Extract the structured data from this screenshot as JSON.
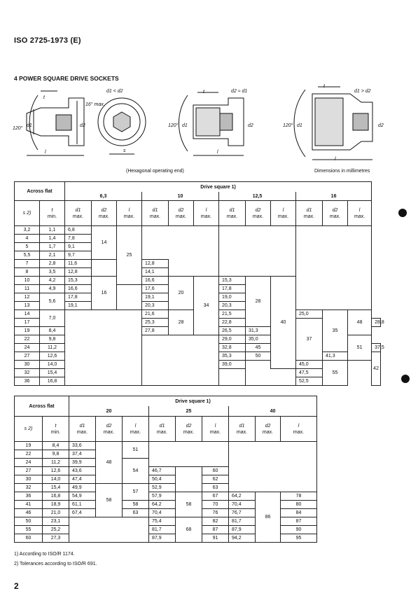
{
  "header": {
    "standard": "ISO 2725-1973 (E)"
  },
  "section": {
    "title": "4  POWER SQUARE DRIVE SOCKETS"
  },
  "figures": {
    "fig1_cond": "d1 < d2",
    "fig2_cond": "d2 ≈ d1",
    "fig3_cond": "d1 > d2",
    "angle120": "120°",
    "angle16": "16° max.",
    "d1": "d1",
    "d2": "d2",
    "s": "s",
    "t": "t",
    "l": "l",
    "caption_hex": "(Hexagonal operating end)",
    "caption_dims": "Dimensions in millimetres"
  },
  "table1": {
    "across_flat": "Across flat",
    "drive_square": "Drive square 1)",
    "sizes": [
      "6,3",
      "10",
      "12,5",
      "16"
    ],
    "col_s": "s 2)",
    "col_t": "t",
    "col_tmin": "min.",
    "max": "max.",
    "rows": [
      [
        "3,2",
        "1,1",
        "6,8"
      ],
      [
        "4",
        "1,4",
        "7,8"
      ],
      [
        "5",
        "1,7",
        "9,1"
      ],
      [
        "5,5",
        "2,1",
        "9,7"
      ],
      [
        "7",
        "2,8",
        "11,6",
        "12,8"
      ],
      [
        "8",
        "3,5",
        "12,8",
        "14,1"
      ],
      [
        "10",
        "4,2",
        "15,3",
        "16,6"
      ],
      [
        "11",
        "4,9",
        "16,6",
        "17,6"
      ],
      [
        "12",
        "",
        "17,8",
        "19,1"
      ],
      [
        "13",
        "",
        "19,1",
        "20,3"
      ],
      [
        "14",
        "",
        "",
        "21,6"
      ],
      [
        "17",
        "",
        "",
        "25,3"
      ],
      [
        "19",
        "8,4",
        "",
        "27,8"
      ],
      [
        "22",
        "9,8"
      ],
      [
        "24",
        "11,2"
      ],
      [
        "27",
        "12,6"
      ],
      [
        "30",
        "14,0"
      ],
      [
        "32",
        "15,4"
      ],
      [
        "36",
        "16,8"
      ]
    ],
    "t_12_13": "5,6",
    "t_14_17": "7,0",
    "d2_63_a": "14",
    "d2_63_b": "16",
    "l_63": "25",
    "d2_10_a": "20",
    "d2_10_b": "28",
    "l_10": "34",
    "d1_125": [
      "15,3",
      "17,8",
      "19,0",
      "20,3",
      "21,5",
      "22,8",
      "26,5",
      "29,0",
      "32,8",
      "35,3",
      "39,0"
    ],
    "d2_125_a": "28",
    "d2_125_b": "37",
    "l_125_a": "40",
    "l_125_b": "45",
    "l_125_c": "50",
    "d1_16": [
      "25,0",
      "28,8",
      "31,3",
      "35,0",
      "37,5",
      "41,3",
      "45,0",
      "47,5",
      "52,5"
    ],
    "d2_16_a": "35",
    "d2_16_b": "42",
    "l_16_a": "48",
    "l_16_b": "51",
    "l_16_c": "55"
  },
  "table2": {
    "across_flat": "Across flat",
    "drive_square": "Drive square 1)",
    "sizes": [
      "20",
      "25",
      "40"
    ],
    "rows_s": [
      "19",
      "22",
      "24",
      "27",
      "30",
      "32",
      "36",
      "41",
      "46",
      "50",
      "55",
      "60"
    ],
    "rows_t": [
      "8,4",
      "9,8",
      "11,2",
      "12,6",
      "14,0",
      "15,4",
      "16,8",
      "18,9",
      "21,0",
      "23,1",
      "25,2",
      "27,3"
    ],
    "d1_20": [
      "33,6",
      "37,4",
      "39,9",
      "43,6",
      "47,4",
      "49,9",
      "54,9",
      "61,1",
      "67,4"
    ],
    "d2_20_a": "48",
    "d2_20_b": "58",
    "l_20": [
      "51",
      "54",
      "57",
      "58",
      "63"
    ],
    "d1_25": [
      "46,7",
      "50,4",
      "52,9",
      "57,9",
      "64,2",
      "70,4",
      "75,4",
      "81,7",
      "87,9"
    ],
    "d2_25_a": "58",
    "d2_25_b": "68",
    "l_25": [
      "60",
      "62",
      "63",
      "67",
      "70",
      "76",
      "82",
      "87",
      "91"
    ],
    "d1_40": [
      "64,2",
      "70,4",
      "76,7",
      "81,7",
      "87,9",
      "94,2"
    ],
    "d2_40": "86",
    "l_40": [
      "78",
      "80",
      "84",
      "87",
      "90",
      "95"
    ]
  },
  "footnotes": {
    "f1": "1)  According to ISO/R 1174.",
    "f2": "2)  Tolerances according to ISO/R 691."
  },
  "page": {
    "number": "2"
  }
}
